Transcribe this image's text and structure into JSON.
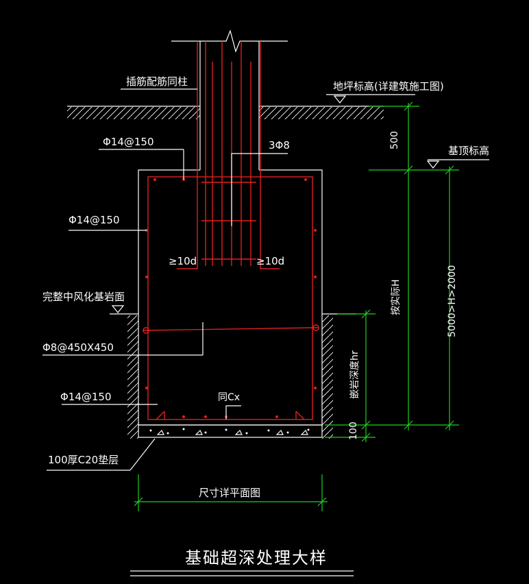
{
  "labels": {
    "column_rebar": "插筋配筋同柱",
    "ground_elevation": "地坪标高(详建筑施工图)",
    "top_bar_spacing": "Φ14@150",
    "stirrups": "3Φ8",
    "foundation_top_elevation": "基顶标高",
    "side_bar_spacing": "Φ14@150",
    "anchor_left": "≥10d",
    "anchor_right": "≥10d",
    "rock_surface": "完整中风化基岩面",
    "tie_bar": "Φ8@450X450",
    "embed_depth": "嵌岩深度hr",
    "bottom_bar_spacing": "Φ14@150",
    "same_as_cx": "同Cx",
    "cushion": "100厚C20垫层",
    "dim_500": "500",
    "dim_100": "100",
    "actual_depth": "按实际H",
    "depth_range": "5000>H>2000",
    "size_note": "尺寸详平面图"
  },
  "title": "基础超深处理大样",
  "colors": {
    "background": "#000000",
    "line": "#ffffff",
    "rebar": "#e02020",
    "dimension": "#20d020"
  }
}
